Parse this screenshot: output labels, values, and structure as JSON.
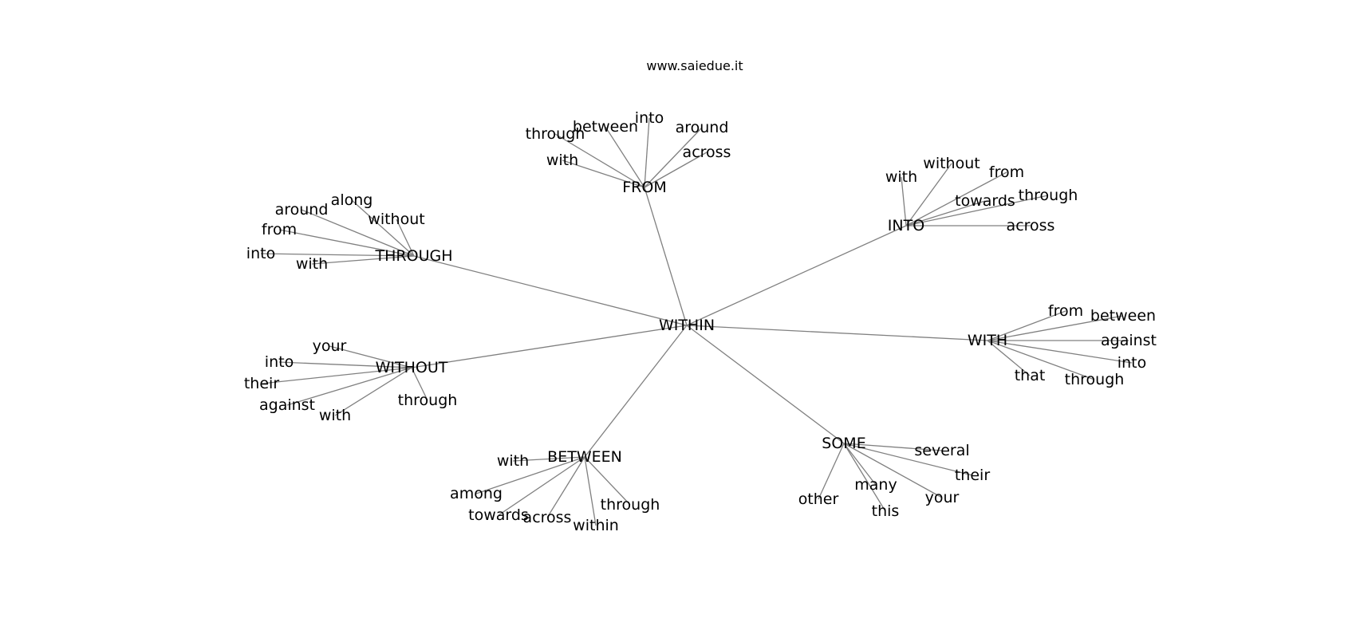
{
  "title": "www.saiedue.it",
  "edge_color": "#808080",
  "text_color": "#000000",
  "background": "#ffffff",
  "graph": {
    "root": "WITHIN",
    "hubs": [
      {
        "label": "FROM",
        "children": [
          "with",
          "through",
          "between",
          "into",
          "around",
          "across"
        ]
      },
      {
        "label": "INTO",
        "children": [
          "with",
          "without",
          "from",
          "towards",
          "through",
          "across"
        ]
      },
      {
        "label": "THROUGH",
        "children": [
          "along",
          "around",
          "without",
          "from",
          "into",
          "with"
        ]
      },
      {
        "label": "WITH",
        "children": [
          "from",
          "between",
          "against",
          "into",
          "that",
          "through"
        ]
      },
      {
        "label": "WITHOUT",
        "children": [
          "your",
          "into",
          "their",
          "against",
          "with",
          "through"
        ]
      },
      {
        "label": "BETWEEN",
        "children": [
          "with",
          "among",
          "towards",
          "across",
          "within",
          "through"
        ]
      },
      {
        "label": "SOME",
        "children": [
          "several",
          "their",
          "your",
          "many",
          "this",
          "other"
        ]
      }
    ]
  }
}
